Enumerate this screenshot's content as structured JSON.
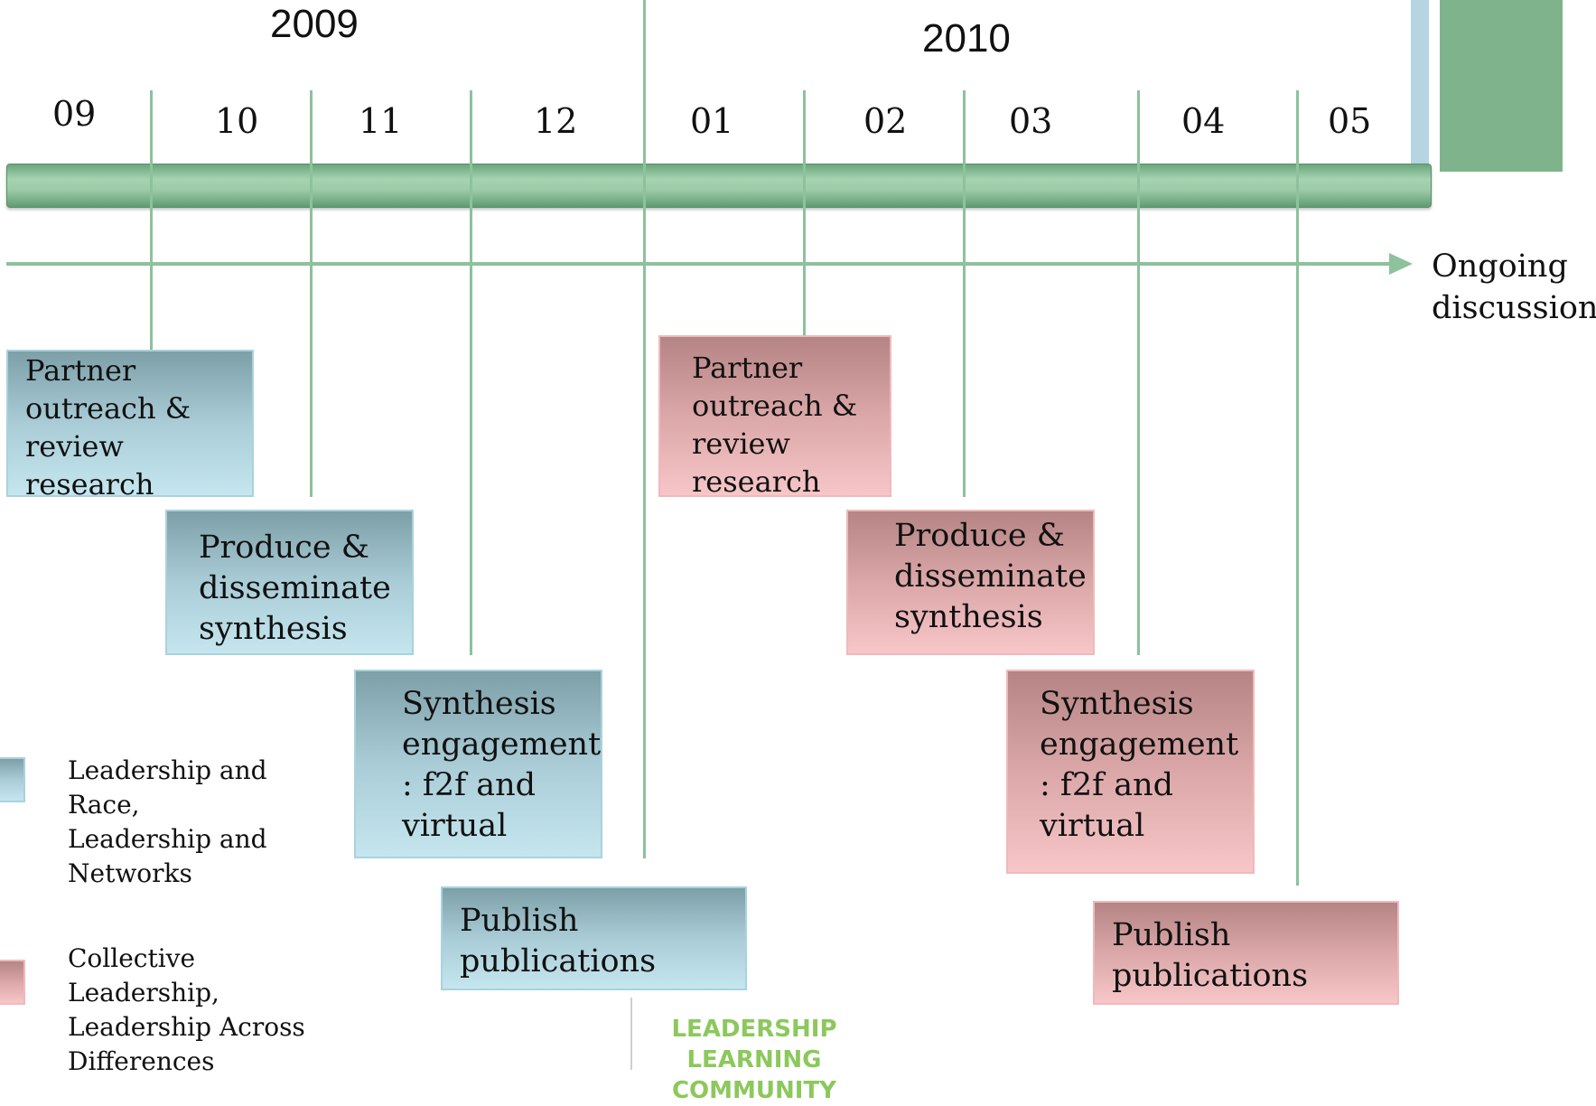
{
  "years": [
    "2009",
    "2010"
  ],
  "months": [
    "09",
    "10",
    "11",
    "12",
    "01",
    "02",
    "03",
    "04",
    "05"
  ],
  "ongoing_label": [
    "Ongoing",
    "discussion"
  ],
  "boxes_blue": [
    {
      "lines": [
        "Partner",
        "outreach &",
        "review",
        "research"
      ]
    },
    {
      "lines": [
        "Produce &",
        "disseminate",
        "synthesis"
      ]
    },
    {
      "lines": [
        "Synthesis",
        "engagement",
        ": f2f and",
        "virtual"
      ]
    },
    {
      "lines": [
        "Publish",
        "publications"
      ]
    }
  ],
  "boxes_pink": [
    {
      "lines": [
        "Partner",
        "outreach &",
        "review",
        "research"
      ]
    },
    {
      "lines": [
        "Produce &",
        "disseminate",
        "synthesis"
      ]
    },
    {
      "lines": [
        "Synthesis",
        "engagement",
        ": f2f and",
        "virtual"
      ]
    },
    {
      "lines": [
        "Publish",
        "publications"
      ]
    }
  ],
  "legend": [
    {
      "lines": [
        "Leadership and",
        "Race,",
        "Leadership and",
        "Networks"
      ],
      "color": "#a9ccd6"
    },
    {
      "lines": [
        "Collective",
        "Leadership,",
        "Leadership Across",
        "Differences"
      ],
      "color": "#f0b9bb"
    }
  ],
  "logo": [
    "LEADERSHIP LEARNING",
    "COMMUNITY"
  ],
  "colors": {
    "accent_green": "#8cc29c",
    "bar_green": "#9ccba8",
    "blue_box": "#a9ccd6",
    "pink_box": "#f0b9bb"
  }
}
